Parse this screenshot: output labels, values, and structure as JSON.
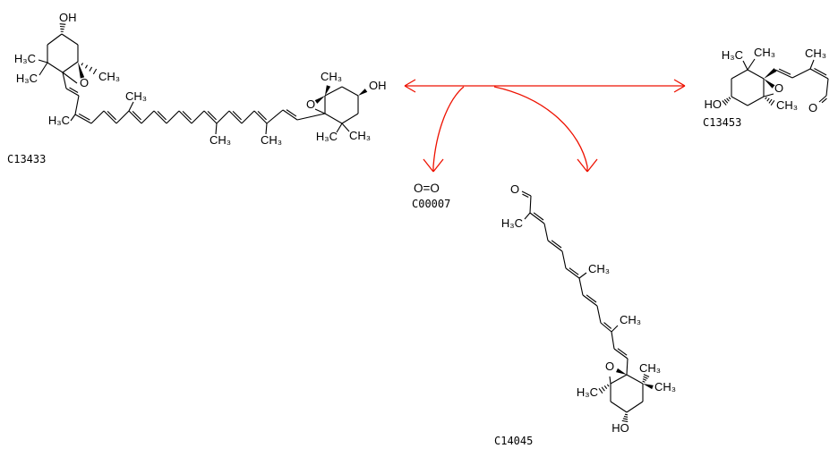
{
  "page": {
    "background": "#ffffff"
  },
  "colors": {
    "bond": "#000000",
    "arrow": "#ee1100"
  },
  "atoms": {
    "oh": "OH",
    "ho": "HO",
    "h3c": "H₃C",
    "ch3": "CH₃",
    "o": "O"
  },
  "compounds": {
    "c13433": {
      "id": "C13433"
    },
    "c00007": {
      "id": "C00007",
      "formula": "O=O"
    },
    "c13453": {
      "id": "C13453"
    },
    "c14045": {
      "id": "C14045"
    }
  }
}
